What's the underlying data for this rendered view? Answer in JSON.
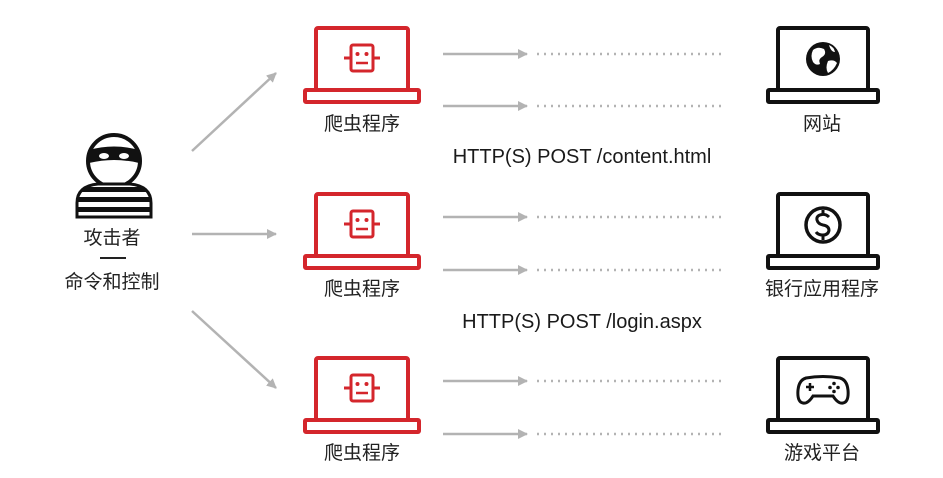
{
  "attacker": {
    "name": "攻击者",
    "command": "命令和控制",
    "icon": "masked-attacker-icon"
  },
  "bots": [
    {
      "label": "爬虫程序",
      "icon": "robot-laptop-icon"
    },
    {
      "label": "爬虫程序",
      "icon": "robot-laptop-icon"
    },
    {
      "label": "爬虫程序",
      "icon": "robot-laptop-icon"
    }
  ],
  "targets": [
    {
      "label": "网站",
      "icon": "globe-laptop-icon"
    },
    {
      "label": "银行应用程序",
      "icon": "dollar-laptop-icon"
    },
    {
      "label": "游戏平台",
      "icon": "gamepad-laptop-icon"
    }
  ],
  "requests": [
    {
      "text": "HTTP(S) POST /content.html"
    },
    {
      "text": "HTTP(S) POST /login.aspx"
    }
  ],
  "colors": {
    "bot": "#d4262c",
    "target": "#111111",
    "arrow": "#b3b3b3",
    "text": "#222222"
  }
}
